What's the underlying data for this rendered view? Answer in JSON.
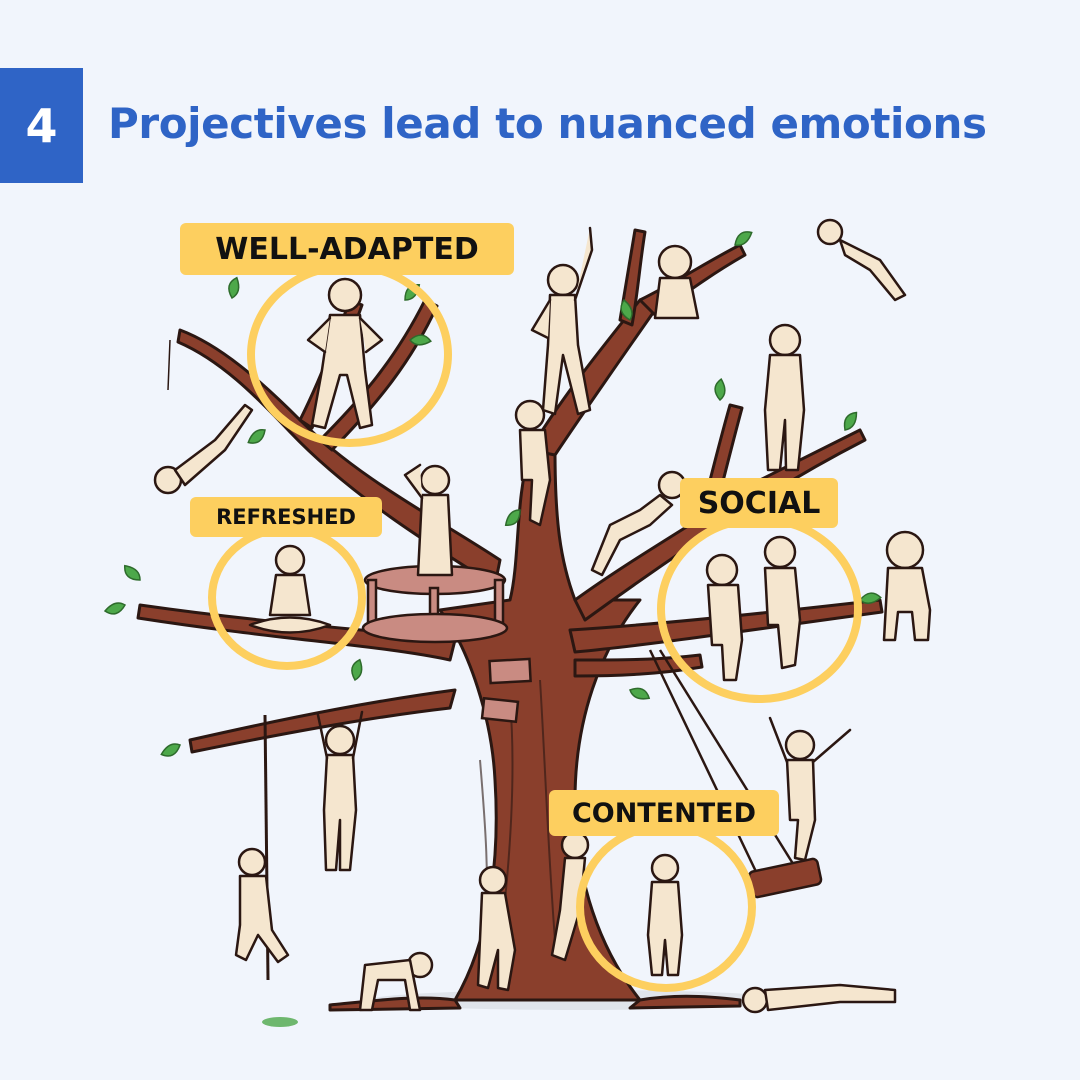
{
  "badge": {
    "number": "4"
  },
  "headline": {
    "text": "Projectives lead to nuanced emotions"
  },
  "labels": {
    "well_adapted": "WELL-ADAPTED",
    "refreshed": "REFRESHED",
    "social": "SOCIAL",
    "contented": "CONTENTED"
  },
  "colors": {
    "accent_blue": "#2f64c6",
    "highlight_yellow": "#fdcf5f",
    "background": "#f1f5fc",
    "trunk_brown": "#8a3f2c",
    "figure_fill": "#f5e6cf",
    "leaf_green": "#4da84a"
  }
}
